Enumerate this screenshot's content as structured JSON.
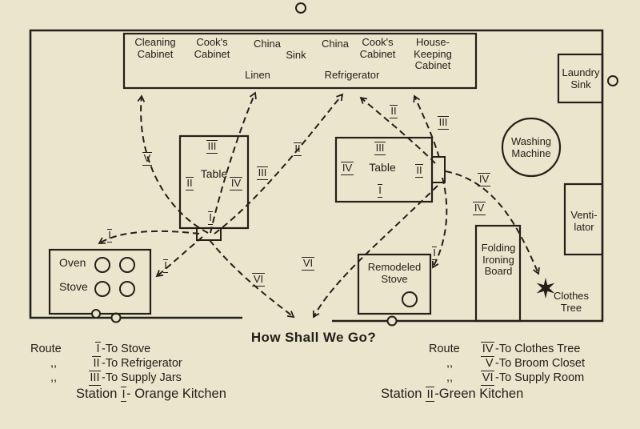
{
  "title": "How Shall We Go?",
  "colors": {
    "paper": "#ebe5cd",
    "ink": "#242019"
  },
  "cabinets": {
    "cleaning": "Cleaning\nCabinet",
    "cooks_left": "Cook's\nCabinet",
    "china_sink_top": "China",
    "china_sink_bottom": "Sink",
    "linen": "Linen",
    "china": "China",
    "refrigerator": "Refrigerator",
    "cooks_right": "Cook's\nCabinet",
    "housekeeping": "House-\nKeeping\nCabinet"
  },
  "fixtures": {
    "laundry_sink": "Laundry\nSink",
    "washing_machine": "Washing\nMachine",
    "ventilator": "Venti-\nlator",
    "ironing_board": "Folding\nIroning\nBoard",
    "clothes_tree": "Clothes\nTree",
    "oven": "Oven",
    "stove": "Stove",
    "table_left": "Table",
    "table_right": "Table",
    "remodeled_stove": "Remodeled\nStove"
  },
  "table_left_numerals": {
    "top": "III",
    "left": "II",
    "right": "IV",
    "bottom": "I"
  },
  "table_right_numerals": {
    "top": "III",
    "left": "IV",
    "right": "II",
    "bottom": "I"
  },
  "route_labels": [
    "V",
    "II",
    "III",
    "II",
    "III",
    "IV",
    "IV",
    "I",
    "I",
    "I",
    "VI",
    "VI"
  ],
  "legend_left": {
    "rows": [
      {
        "prefix": "Route",
        "numeral": "I",
        "text": "-To Stove"
      },
      {
        "prefix": ",,",
        "numeral": "II",
        "text": "-To Refrigerator"
      },
      {
        "prefix": ",,",
        "numeral": "III",
        "text": "-To Supply Jars"
      }
    ]
  },
  "legend_right": {
    "rows": [
      {
        "prefix": "Route",
        "numeral": "IV",
        "text": "-To Clothes Tree"
      },
      {
        "prefix": ",,",
        "numeral": "V",
        "text": "-To Broom Closet"
      },
      {
        "prefix": ",,",
        "numeral": "VI",
        "text": "-To Supply Room"
      }
    ]
  },
  "stations": {
    "left": {
      "prefix": "Station",
      "numeral": "I",
      "text": "- Orange Kitchen"
    },
    "right": {
      "prefix": "Station",
      "numeral": "II",
      "text": "-Green Kitchen"
    }
  }
}
